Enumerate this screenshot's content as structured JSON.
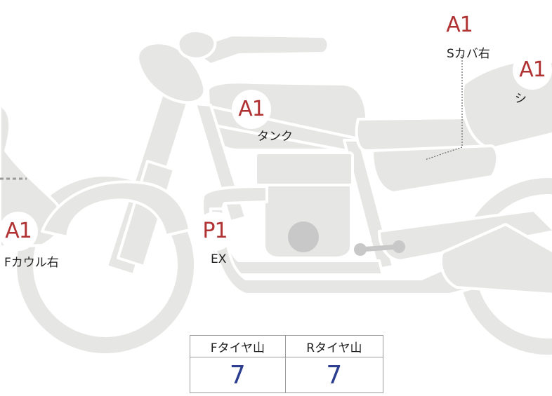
{
  "parts": [
    {
      "id": "s-cover-right",
      "code": "A1",
      "label": "Sカバ右"
    },
    {
      "id": "seat",
      "code": "A1",
      "label": "シ"
    },
    {
      "id": "tank",
      "code": "A1",
      "label": "タンク"
    },
    {
      "id": "f-cowl-right",
      "code": "A1",
      "label": "Fカウル右"
    },
    {
      "id": "exhaust",
      "code": "P1",
      "label": "EX"
    }
  ],
  "tire_table": {
    "headers": [
      "Fタイヤ山",
      "Rタイヤ山"
    ],
    "values": [
      "7",
      "7"
    ]
  },
  "colors": {
    "body_fill": "#e6e6e4",
    "outline": "#ffffff",
    "badge_text": "#b03232",
    "value_text": "#2b3d8f"
  }
}
